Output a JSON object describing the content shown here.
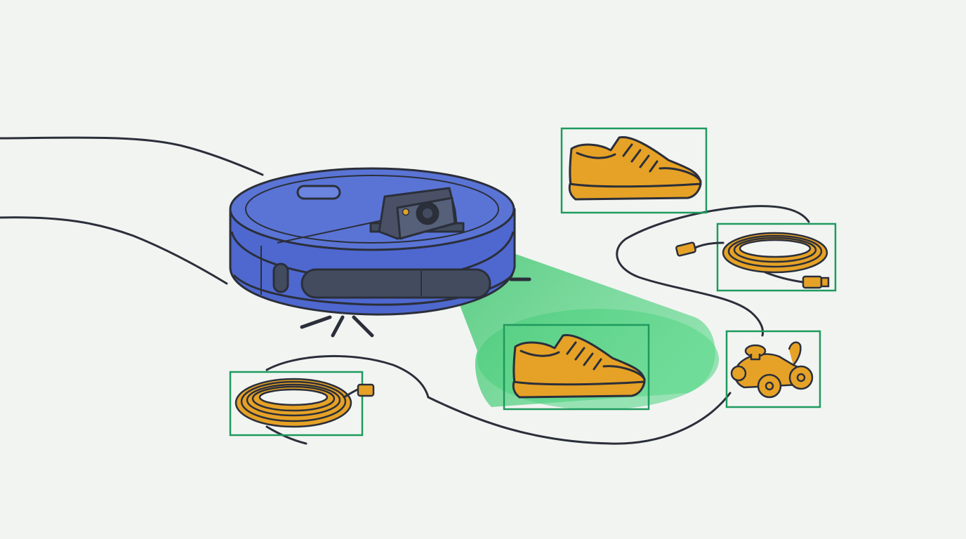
{
  "scene": {
    "description_visible_text": "",
    "colors": {
      "background": "#F2F4F2",
      "outline": "#2B2F3A",
      "robot_body": "#4E68CF",
      "robot_top": "#5A74D6",
      "robot_panel": "#434C5E",
      "camera_body": "#4A5166",
      "vision_beam": "#34C46A",
      "object_fill": "#E6A226",
      "detection_box": "#1E9A5E"
    },
    "icons": {
      "robot": "robot-vacuum-icon",
      "camera": "camera-icon",
      "shoe": "sneaker-icon",
      "cable": "coiled-cable-icon",
      "toy": "toy-car-icon"
    },
    "detections": [
      {
        "name": "shoe",
        "in_view": false
      },
      {
        "name": "cable",
        "in_view": false
      },
      {
        "name": "shoe",
        "in_view": true
      },
      {
        "name": "toy",
        "in_view": false
      },
      {
        "name": "cable",
        "in_view": false
      }
    ]
  }
}
